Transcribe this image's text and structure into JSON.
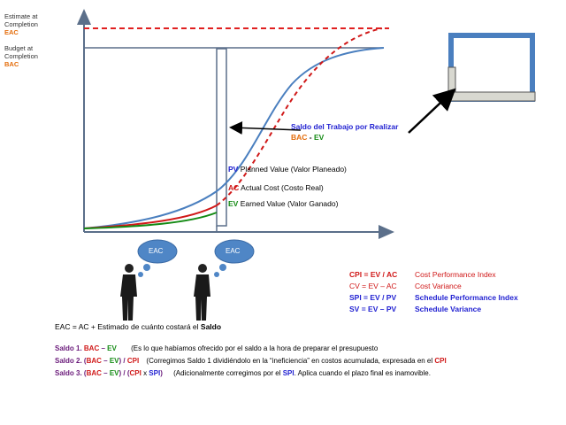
{
  "left_labels": {
    "eac": {
      "line1": "Estimate at",
      "line2": "Completion",
      "abbr": "EAC"
    },
    "bac": {
      "line1": "Budget at",
      "line2": "Completion",
      "abbr": "BAC"
    }
  },
  "remaining_work": {
    "title": "Saldo del Trabajo por Realizar",
    "bac": "BAC",
    "dash": " - ",
    "ev": "EV"
  },
  "curves": {
    "pv": {
      "abbr": "PV",
      "text": " Planned Value (Valor Planeado)"
    },
    "ac": {
      "abbr": "AC",
      "text": " Actual Cost (Costo Real)"
    },
    "ev": {
      "abbr": "EV",
      "text": " Earned Value (Valor Ganado)"
    }
  },
  "bubbles": [
    "EAC",
    "EAC"
  ],
  "formulas": [
    {
      "lhs": "CPI = EV / AC",
      "name": "Cost Performance Index"
    },
    {
      "lhs": "CV = EV – AC",
      "name": "Cost Variance"
    },
    {
      "lhs": "SPI = EV / PV",
      "name": "Schedule Performance Index"
    },
    {
      "lhs": "SV = EV – PV",
      "name": "Schedule Variance"
    }
  ],
  "eac_formula": {
    "text": "EAC = AC + Estimado de cuánto costará el ",
    "bold": "Saldo"
  },
  "saldos": [
    {
      "label": "Saldo 1. ",
      "bac": "BAC",
      "dash": " – ",
      "ev": "EV",
      "desc": "(Es lo que habíamos ofrecido por el saldo a la hora de preparar el presupuesto"
    },
    {
      "label": "Saldo 2. ",
      "open": "(",
      "bac": "BAC",
      "dash": " – ",
      "ev": "EV",
      "close": ") / ",
      "cpi": "CPI",
      "desc": "(Corregimos Saldo 1 dividiéndolo en la “ineficiencia” en costos  acumulada, expresada en el ",
      "desc_end": "CPI"
    },
    {
      "label": "Saldo 3. ",
      "open": "(",
      "bac": "BAC",
      "dash": " – ",
      "ev": "EV",
      "close": ") / (",
      "cpi": "CPI",
      "x": " x ",
      "spi": "SPI",
      "close2": ")",
      "desc": "(Adicionalmente corregimos por el ",
      "desc_spi": "SPI",
      "desc_end": ". Aplica cuando el plazo final es inamovible."
    }
  ],
  "colors": {
    "blue": "#1f1fd1",
    "red": "#d01818",
    "green": "#138a13",
    "orange": "#e46c0a",
    "axis": "#5b6f8a",
    "curve": "#4a7fbf"
  }
}
